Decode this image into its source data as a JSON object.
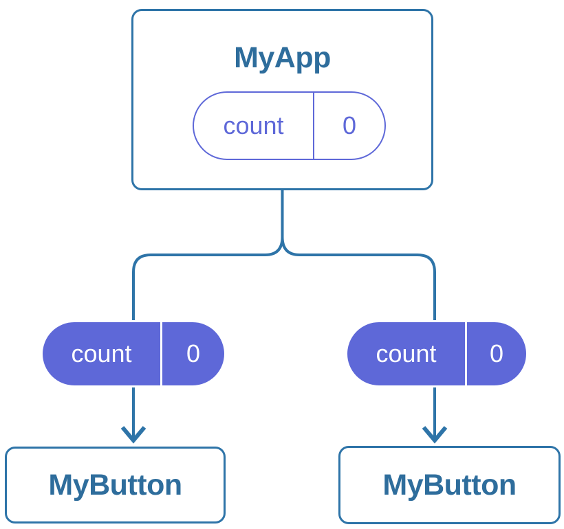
{
  "diagram": {
    "root": {
      "title": "MyApp",
      "state": {
        "label": "count",
        "value": "0"
      }
    },
    "children": [
      {
        "title": "MyButton",
        "prop": {
          "label": "count",
          "value": "0"
        }
      },
      {
        "title": "MyButton",
        "prop": {
          "label": "count",
          "value": "0"
        }
      }
    ],
    "colors": {
      "line_blue": "#2E74A8",
      "card_border_blue": "#2E74A8",
      "title_text_blue": "#2E6D9C",
      "pill_purple": "#5E68D8",
      "card_background": "#FFFFFF",
      "filled_pill_text": "#FFFFFF"
    }
  }
}
